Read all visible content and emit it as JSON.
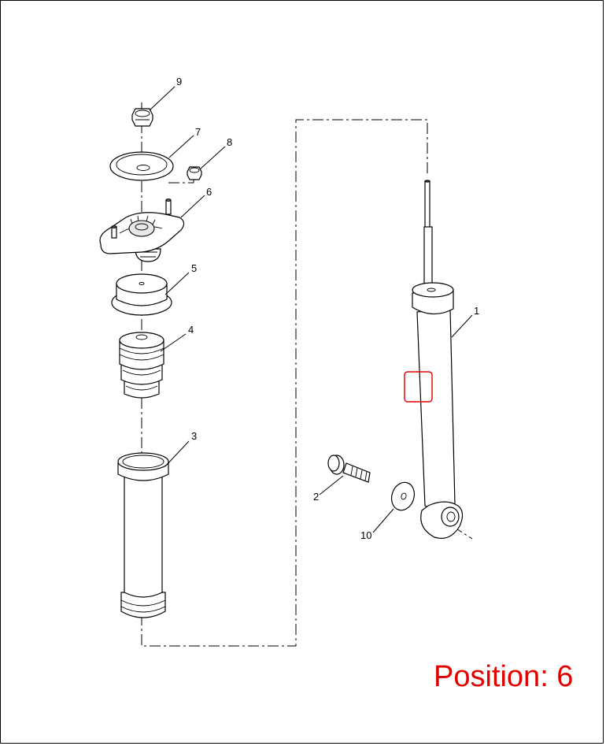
{
  "callouts": {
    "c1": "1",
    "c2": "2",
    "c3": "3",
    "c4": "4",
    "c5": "5",
    "c6": "6",
    "c7": "7",
    "c8": "8",
    "c9": "9",
    "c10": "10"
  },
  "position_label": "Position: 6",
  "colors": {
    "highlight": "#e00000",
    "line": "#000000"
  }
}
